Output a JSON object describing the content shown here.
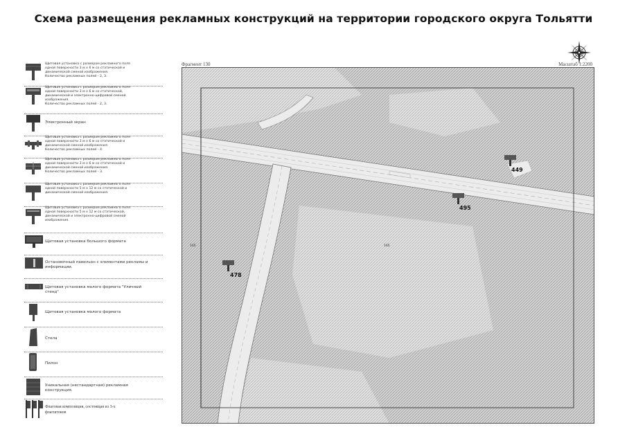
{
  "title": "Схема размещения рекламных конструкций на территории городского округа Тольятти",
  "fragment_label": "Фрагмент 130",
  "scale_label": "Масштаб 1:2200",
  "compass_icon": "compass-rose-icon",
  "legend": [
    {
      "icon": "billboard-3x6-icon",
      "text": "Щитовая установка с размером рекламного поля\nодной поверхности 3 м х 6 м со статической и\nдинамической сменой изображения.\nКоличество рекламных полей - 2, 3."
    },
    {
      "icon": "billboard-3x6-digital-icon",
      "text": "Щитовая установка с размером рекламного поля\nодной поверхности 3 м х 6 м со статической,\nдинамической и электронно-цифровой сменой\nизображения.\nКоличество рекламных полей - 2, 3."
    },
    {
      "icon": "electronic-screen-icon",
      "text": "Электронный экран"
    },
    {
      "icon": "billboard-3x6-four-icon",
      "text": "Щитовая установка с размером рекламного поля\nодной поверхности 3 м х 6 м со статической и\nдинамической сменой изображения\nКоличество рекламных полей - 4."
    },
    {
      "icon": "billboard-3x6-three-icon",
      "text": "Щитовая установка с размером рекламного поля\nодной поверхности 3 м х 6 м со статической и\nдинамической сменой изображения.\nКоличество рекламных полей - 3."
    },
    {
      "icon": "billboard-5x12-icon",
      "text": "Щитовая установка с размером рекламного поля\nодной поверхности 5 м х 12 м со статической и\nдинамической сменой изображения."
    },
    {
      "icon": "billboard-5x12-digital-icon",
      "text": "Щитовая установка с размером рекламного поля\nодной поверхности 5 м х 12 м со статической,\nдинамической и электронно-цифровой сменой\nизображения."
    },
    {
      "icon": "large-billboard-icon",
      "text": "Щитовая установка большого формата"
    },
    {
      "icon": "bus-stop-pavilion-icon",
      "text": "Остановочный павильон с элементами рекламы и\nинформации."
    },
    {
      "icon": "small-city-stand-icon",
      "text": "Щитовая установка малого формата \"Уличный\nстенд\""
    },
    {
      "icon": "small-billboard-icon",
      "text": "Щитовая установка малого формата"
    },
    {
      "icon": "stele-icon",
      "text": "Стела"
    },
    {
      "icon": "pylon-icon",
      "text": "Пилон"
    },
    {
      "icon": "unique-structure-icon",
      "text": "Уникальная (нестандартная) рекламная\nконструкция."
    },
    {
      "icon": "flag-composition-icon",
      "text": "Флаговая композиция, состоящая из 3-х\nфлагштоков"
    }
  ],
  "markers": [
    {
      "label": "449",
      "icon": "billboard-marker-icon"
    },
    {
      "label": "495",
      "icon": "billboard-marker-icon"
    },
    {
      "label": "478",
      "icon": "billboard-marker-icon"
    }
  ],
  "map_labels": {
    "left_edge": "165",
    "center": "165"
  },
  "colors": {
    "road": "#e8e8e8",
    "hatch": "#9a9a9a",
    "marker": "#555555"
  }
}
